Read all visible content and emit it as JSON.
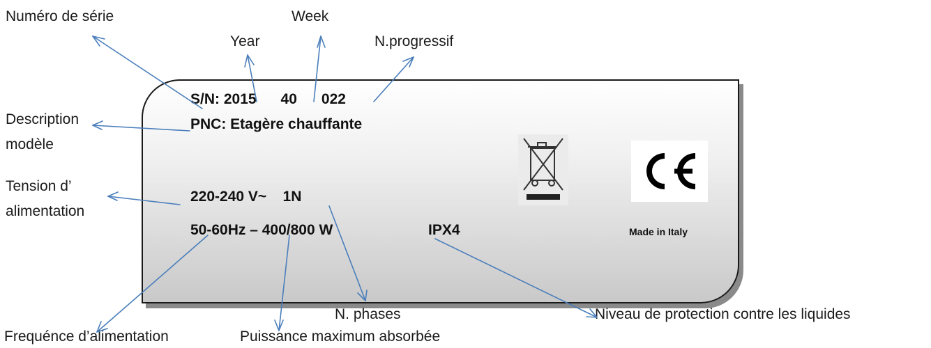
{
  "plate": {
    "serial_line": "S/N: 2015      40      022",
    "pnc_line": "PNC: Etagère chauffante",
    "voltage_line": "220-240 V~    1N",
    "freq_power_line": "50-60Hz – 400/800 W",
    "ip_rating": "IPX4",
    "made_in": "Made in Italy",
    "ce_mark": "CE"
  },
  "labels": {
    "serial_number": "Numéro de série",
    "week": "Week",
    "year": "Year",
    "progressive": "N.progressif",
    "description_line1": "Description",
    "description_line2": "modèle",
    "voltage_line1": "Tension d’",
    "voltage_line2": "alimentation",
    "phases": "N. phases",
    "liquid_protection": "Niveau de protection contre les liquides",
    "frequency": "Frequénce d’alimentation",
    "max_power": "Puissance maximum absorbée"
  },
  "colors": {
    "arrow": "#4a7ebb",
    "plate_border": "#1a1a1a"
  },
  "icons": {
    "weee": "crossed-out-wheelie-bin-icon",
    "ce": "ce-mark-icon"
  }
}
